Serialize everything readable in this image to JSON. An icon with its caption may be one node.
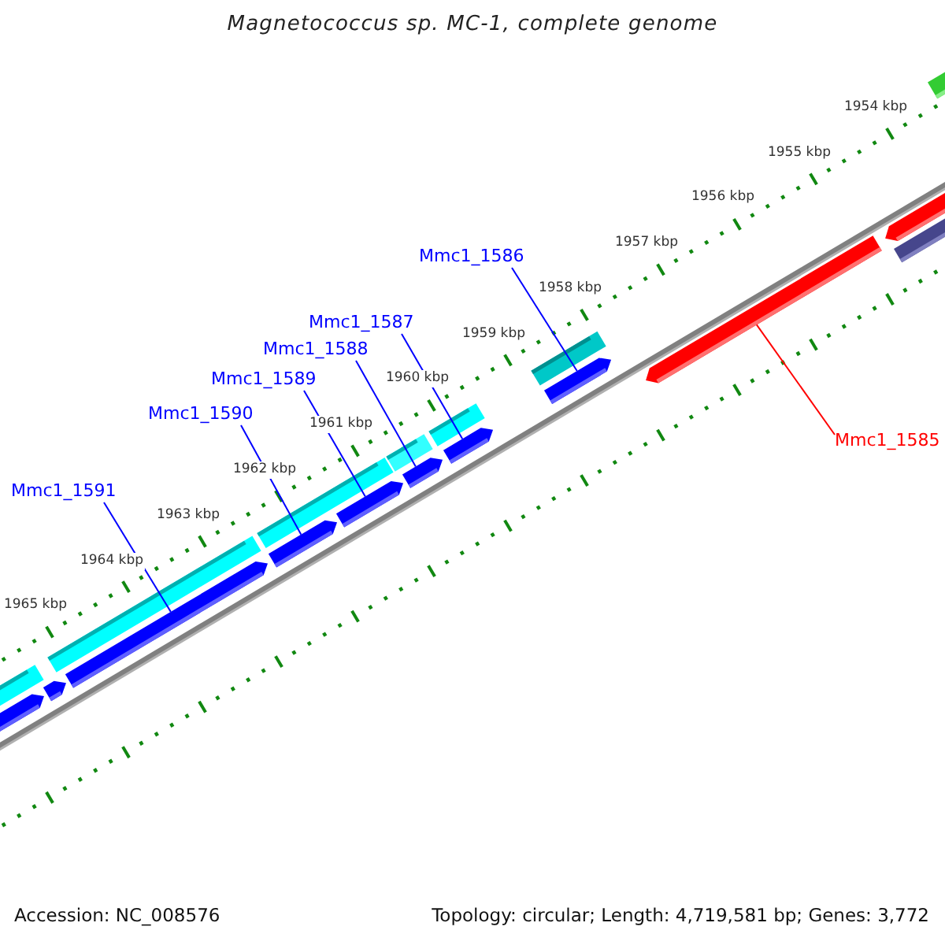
{
  "diagram": {
    "title": "Magnetococcus sp. MC-1, complete genome",
    "nodes": [
      {
        "text": [
          "Mmc1_1586"
        ]
      },
      {
        "text": [
          "Mmc1_1587"
        ]
      },
      {
        "text": [
          "Mmc1_1588"
        ]
      },
      {
        "text": [
          "Mmc1_1589"
        ]
      },
      {
        "text": [
          "Mmc1_1590"
        ]
      },
      {
        "text": [
          "Mmc1_1585"
        ]
      },
      {
        "text": [
          "Mmc1_1591"
        ]
      },
      {
        "text": [],
        "shape": "bar"
      },
      {
        "text": [],
        "shape": "bar"
      },
      {
        "text": [],
        "shape": "bar"
      },
      {
        "text": [],
        "shape": "bar"
      },
      {
        "text": [],
        "shape": "bar"
      },
      {
        "text": [],
        "shape": "bar"
      },
      {
        "text": [],
        "shape": "bar"
      }
    ],
    "edges": [
      {
        "from": 0,
        "to": 12,
        "arrow": "none"
      },
      {
        "from": 1,
        "to": 11,
        "arrow": "none"
      },
      {
        "from": 2,
        "to": 10,
        "arrow": "none"
      },
      {
        "from": 3,
        "to": 9,
        "arrow": "none"
      },
      {
        "from": 4,
        "to": 8,
        "arrow": "none"
      },
      {
        "from": 5,
        "to": 13,
        "arrow": "none",
        "color": "#ff0000"
      },
      {
        "from": 6,
        "to": 7,
        "arrow": "none"
      }
    ],
    "labels": [
      "1954 kbp",
      "1955 kbp",
      "1956 kbp",
      "1957 kbp",
      "1958 kbp",
      "1959 kbp",
      "1960 kbp",
      "1961 kbp",
      "1962 kbp",
      "1963 kbp",
      "1964 kbp",
      "1965 kbp",
      "Accession: NC_008576",
      "Topology: circular; Length: 4,719,581 bp; Genes: 3,772"
    ]
  }
}
